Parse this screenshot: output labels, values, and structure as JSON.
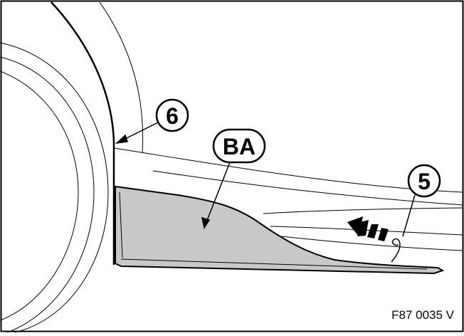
{
  "figure": {
    "reference_code": "F87 0035 V",
    "callouts": [
      {
        "id": "6",
        "label": "6"
      },
      {
        "id": "BA",
        "label": "BA"
      },
      {
        "id": "5",
        "label": "5"
      }
    ]
  },
  "colors": {
    "line": "#000000",
    "panel_fill": "#c8c8c8",
    "background": "#ffffff"
  }
}
